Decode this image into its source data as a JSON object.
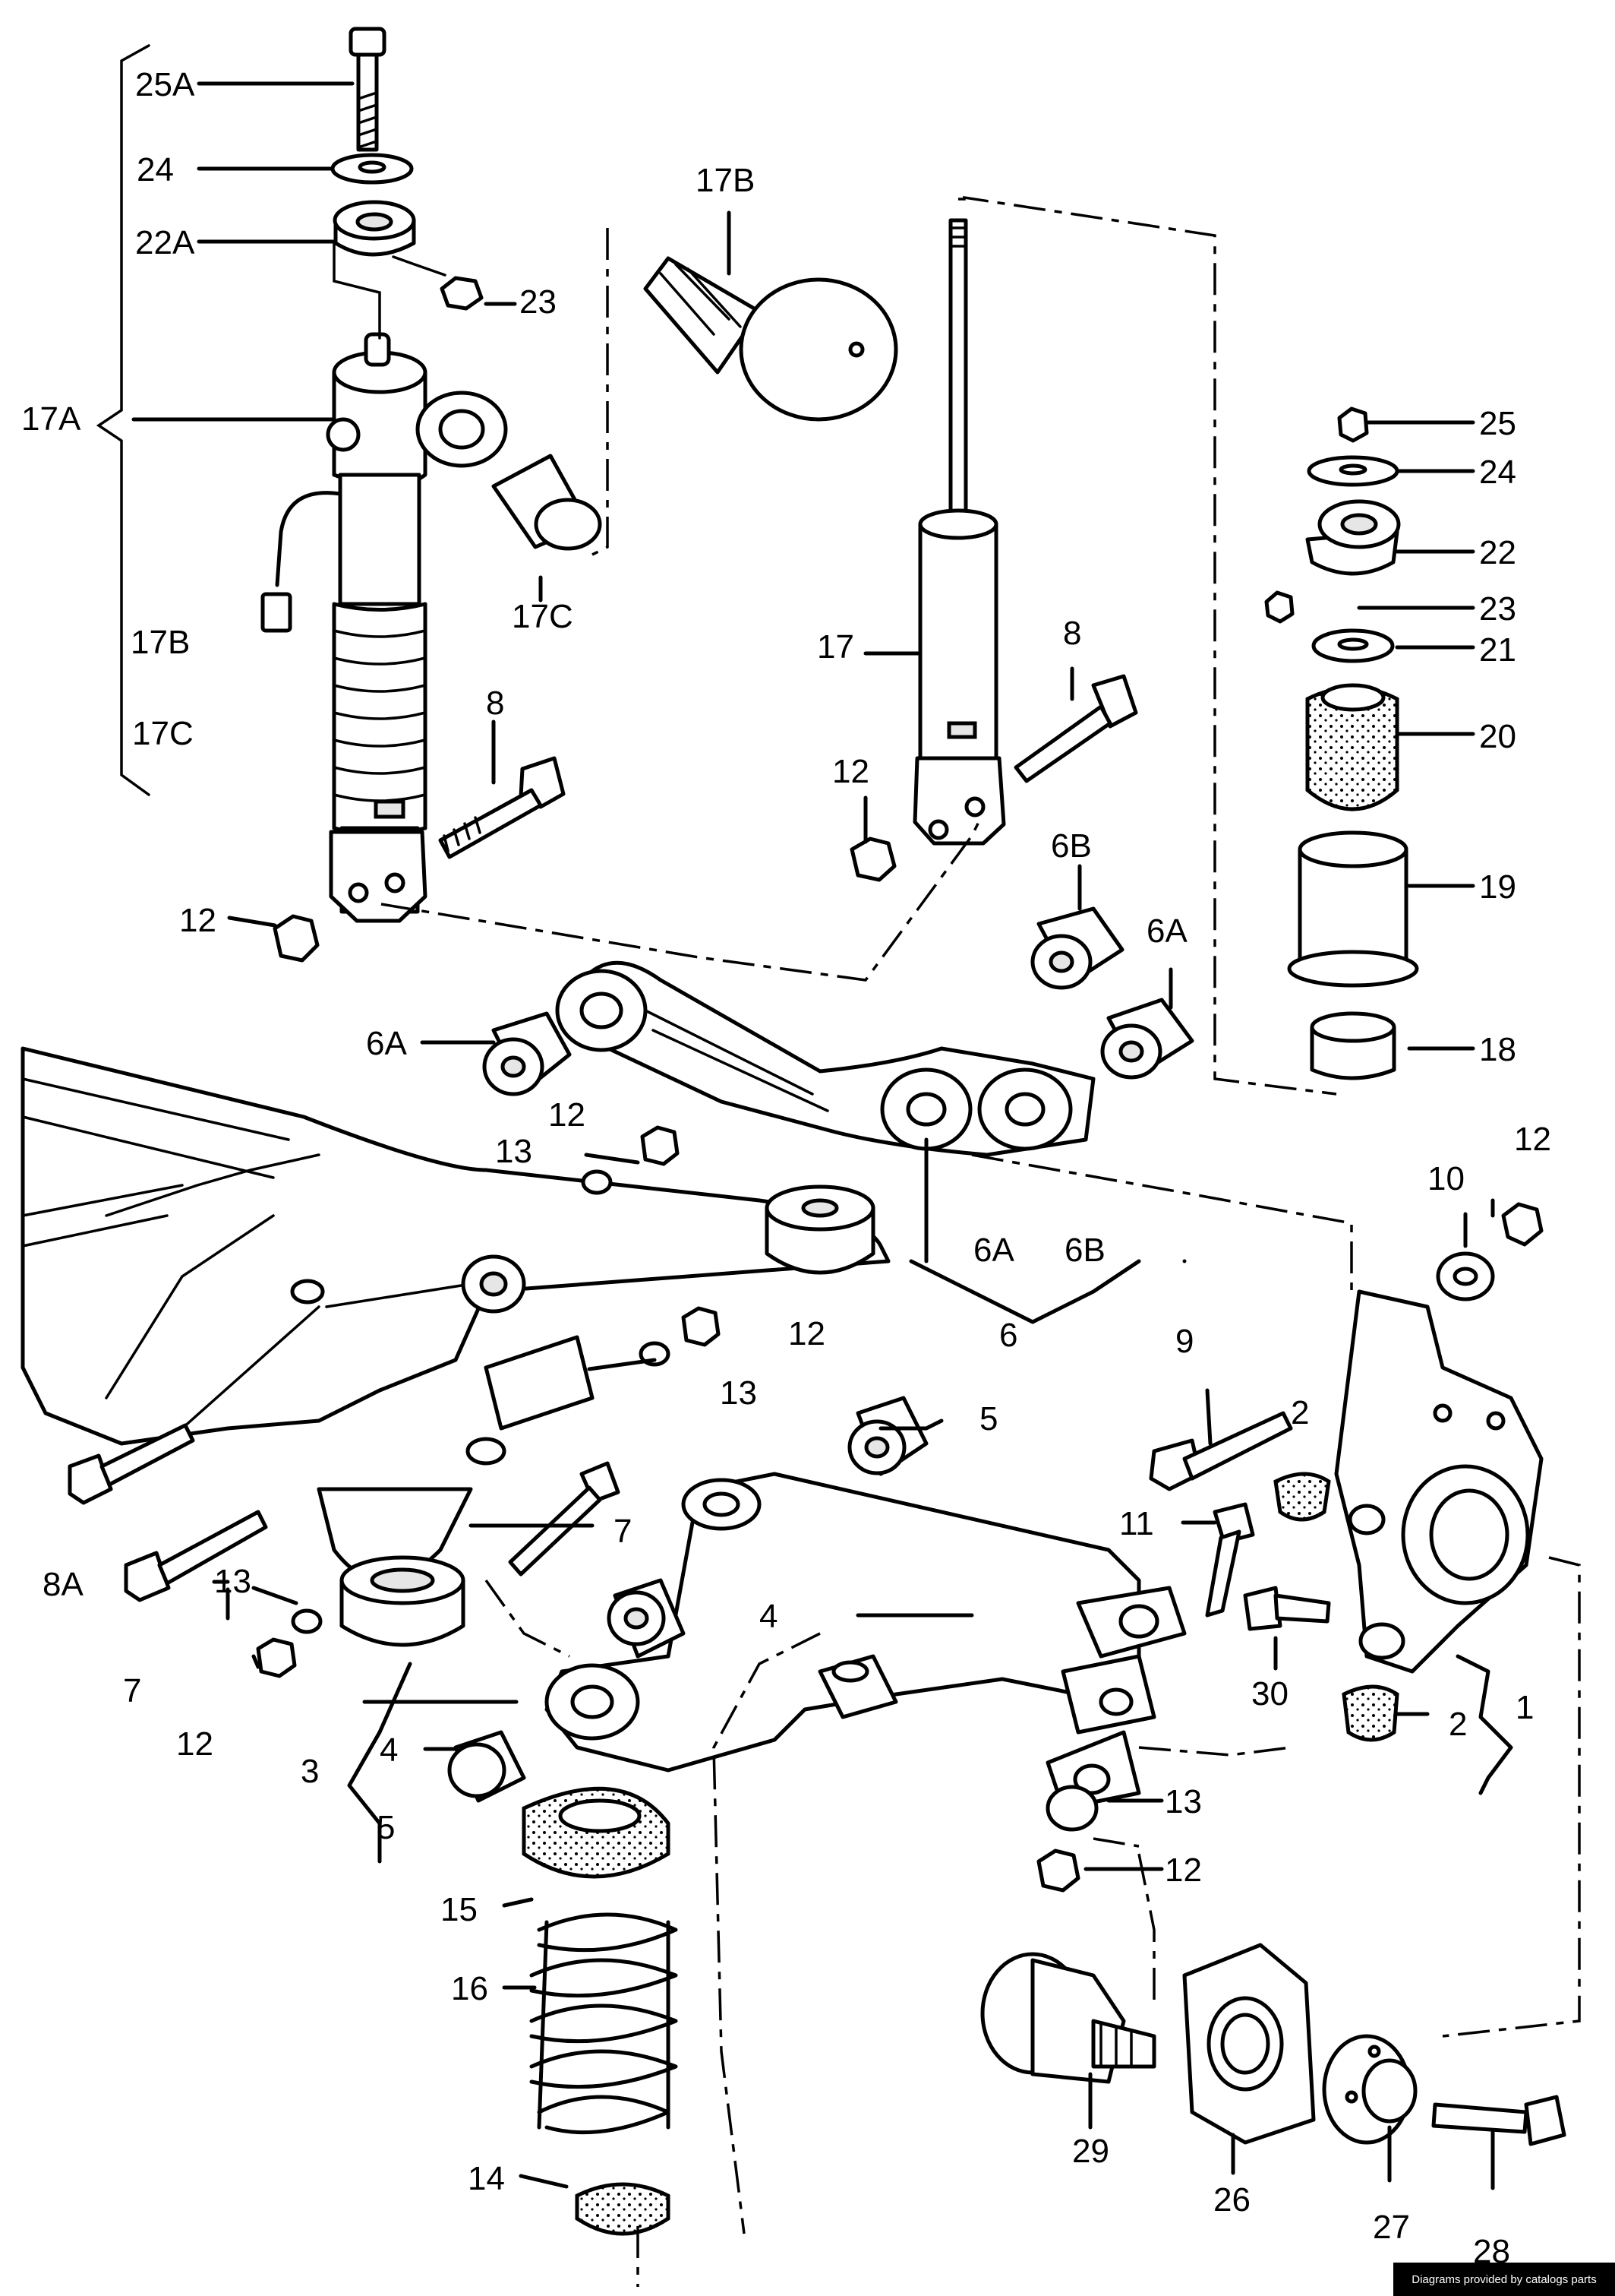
{
  "callouts": {
    "c25a": "25A",
    "c24a": "24",
    "c22a": "22A",
    "c23a": "23",
    "c17b_top": "17B",
    "c17a": "17A",
    "c17b_side": "17B",
    "c17c_side": "17C",
    "c17c": "17C",
    "c8a": "8",
    "c12a": "12",
    "c17": "17",
    "c8b": "8",
    "c12b": "12",
    "c6b_top": "6B",
    "c6a_right": "6A",
    "c6a_left": "6A",
    "c25": "25",
    "c24": "24",
    "c22": "22",
    "c23": "23",
    "c21": "21",
    "c20": "20",
    "c19": "19",
    "c18": "18",
    "c12c": "12",
    "c13a": "13",
    "c12d": "12",
    "c10": "10",
    "c6a_bot": "6A",
    "c6b_bot": "6B",
    "c6": "6",
    "c12e": "12",
    "c13b": "13",
    "c9": "9",
    "c2a": "2",
    "c5a": "5",
    "c11": "11",
    "c7a": "7",
    "c8b_left": "8A",
    "c7b": "7",
    "c13c": "13",
    "c12f": "12",
    "c4a": "4",
    "c30": "30",
    "c2b": "2",
    "c1": "1",
    "c4b": "4",
    "c3": "3",
    "c5b": "5",
    "c13d": "13",
    "c12g": "12",
    "c15": "15",
    "c16": "16",
    "c14": "14",
    "c29": "29",
    "c26": "26",
    "c27": "27",
    "c28": "28"
  },
  "credit": "Diagrams provided by catalogs parts"
}
